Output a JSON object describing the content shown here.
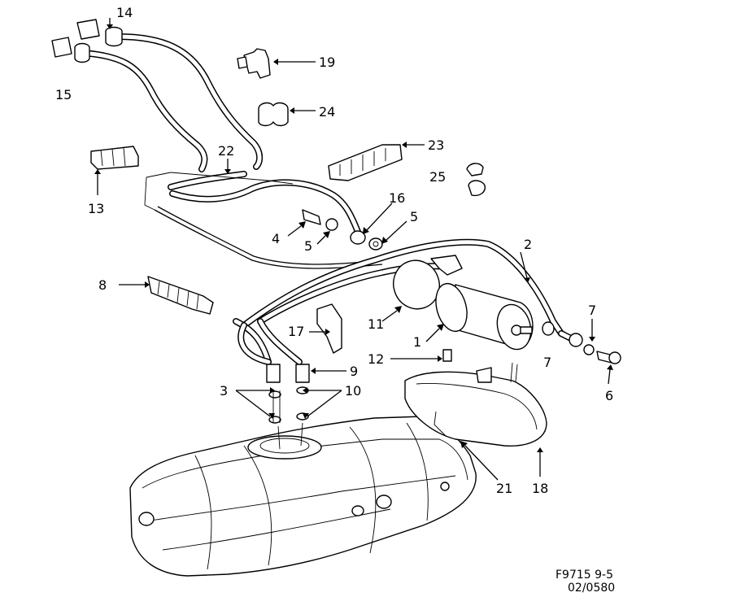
{
  "labels": {
    "p1": "1",
    "p2": "2",
    "p3": "3",
    "p4": "4",
    "p5a": "5",
    "p5b": "5",
    "p6": "6",
    "p7a": "7",
    "p7b": "7",
    "p8": "8",
    "p9": "9",
    "p10": "10",
    "p11": "11",
    "p12": "12",
    "p13": "13",
    "p14": "14",
    "p15": "15",
    "p16": "16",
    "p17": "17",
    "p18": "18",
    "p19": "19",
    "p21": "21",
    "p22": "22",
    "p23": "23",
    "p24": "24",
    "p25": "25"
  },
  "footer": {
    "figure_code": "F9715 9-5",
    "date_code": "02/0580"
  }
}
